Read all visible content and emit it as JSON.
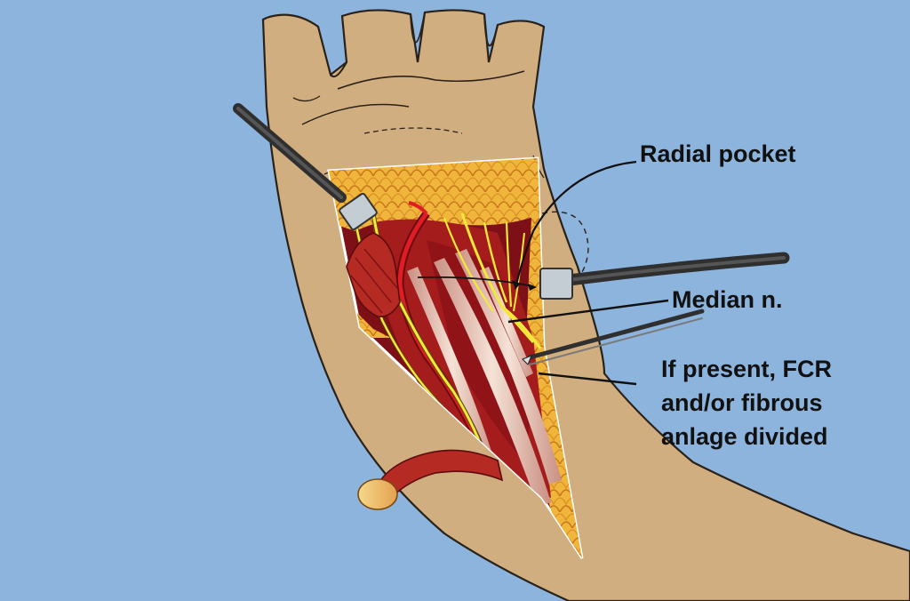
{
  "labels": {
    "radial_pocket": "Radial pocket",
    "median_nerve": "Median n.",
    "fcr_line1": "If present, FCR",
    "fcr_line2": "and/or fibrous",
    "fcr_line3": "anlage divided"
  },
  "colors": {
    "background": "#8cb4dd",
    "skin": "#d1ae7f",
    "skin_outline": "#2a2118",
    "fat": "#f0b63c",
    "muscle_dark": "#8e1418",
    "muscle": "#b52a22",
    "artery": "#e01d24",
    "nerve": "#f4e83a",
    "tendon": "#efd7c8",
    "retractor": "#2f2f2f",
    "retractor_blade": "#c4ccd4"
  }
}
